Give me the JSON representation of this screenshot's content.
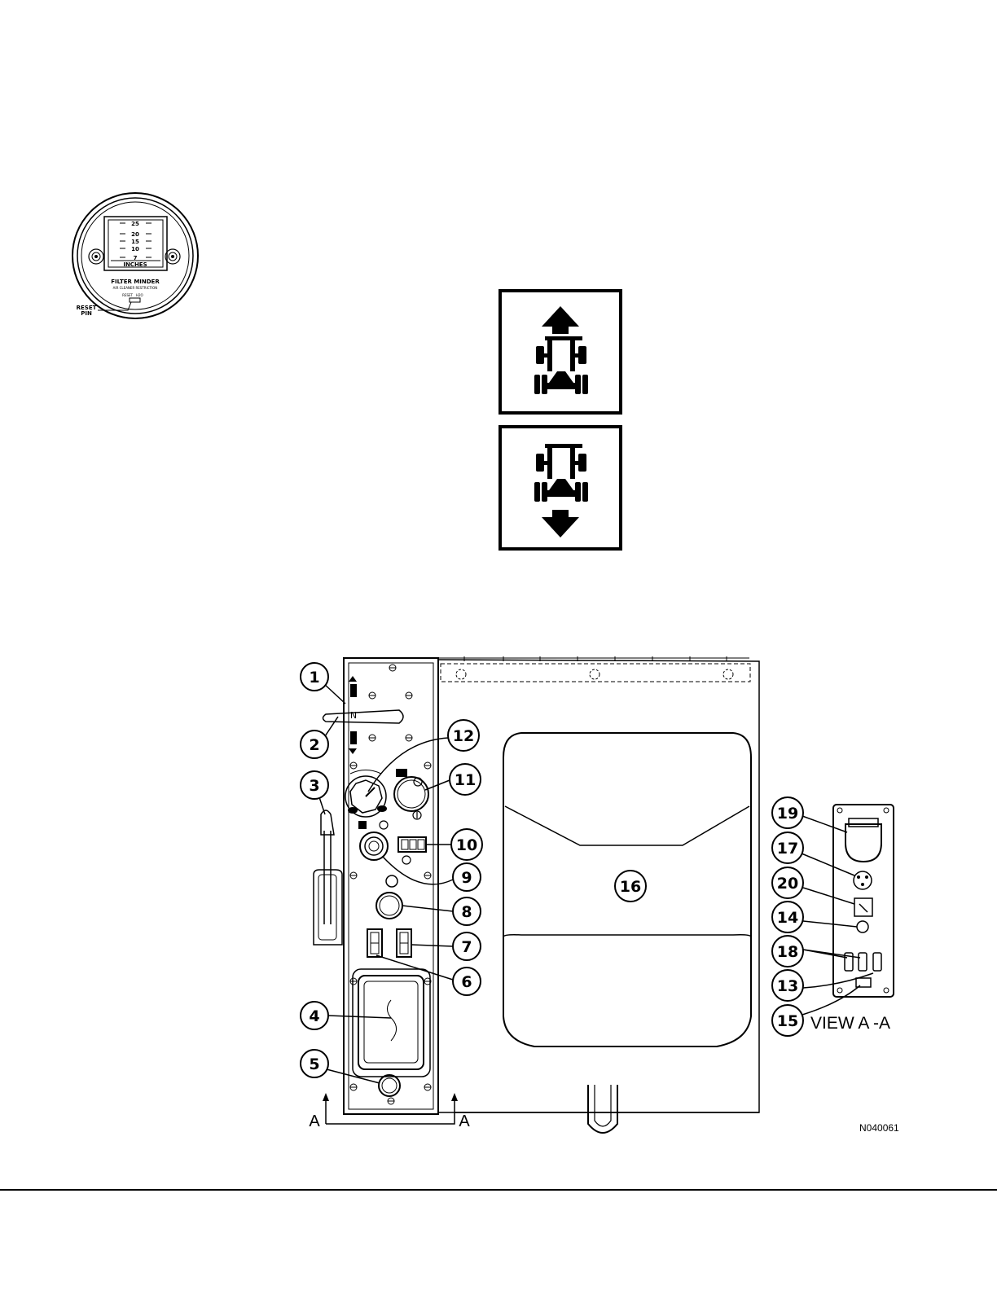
{
  "gauge": {
    "scale_marks": [
      "25",
      "20",
      "15",
      "10",
      "7"
    ],
    "unit": "INCHES",
    "brand": "FILTER MINDER",
    "subtitle": "AIR CLEANER RESTRICTION",
    "reset_text": "RESET",
    "h2o_text": "H2O",
    "reset_pin_line1": "RESET",
    "reset_pin_line2": "PIN"
  },
  "decals": {
    "forward_icon": "tractor-forward-arrow-icon",
    "reverse_icon": "tractor-reverse-arrow-icon"
  },
  "panel": {
    "lever_neutral": "N",
    "callouts": [
      "1",
      "2",
      "3",
      "4",
      "5",
      "6",
      "7",
      "8",
      "9",
      "10",
      "11",
      "12",
      "16",
      "19",
      "17",
      "20",
      "14",
      "18",
      "13",
      "15"
    ],
    "view_label": "VIEW A -A",
    "section_left": "A",
    "section_right": "A",
    "figure_id": "N040061"
  }
}
